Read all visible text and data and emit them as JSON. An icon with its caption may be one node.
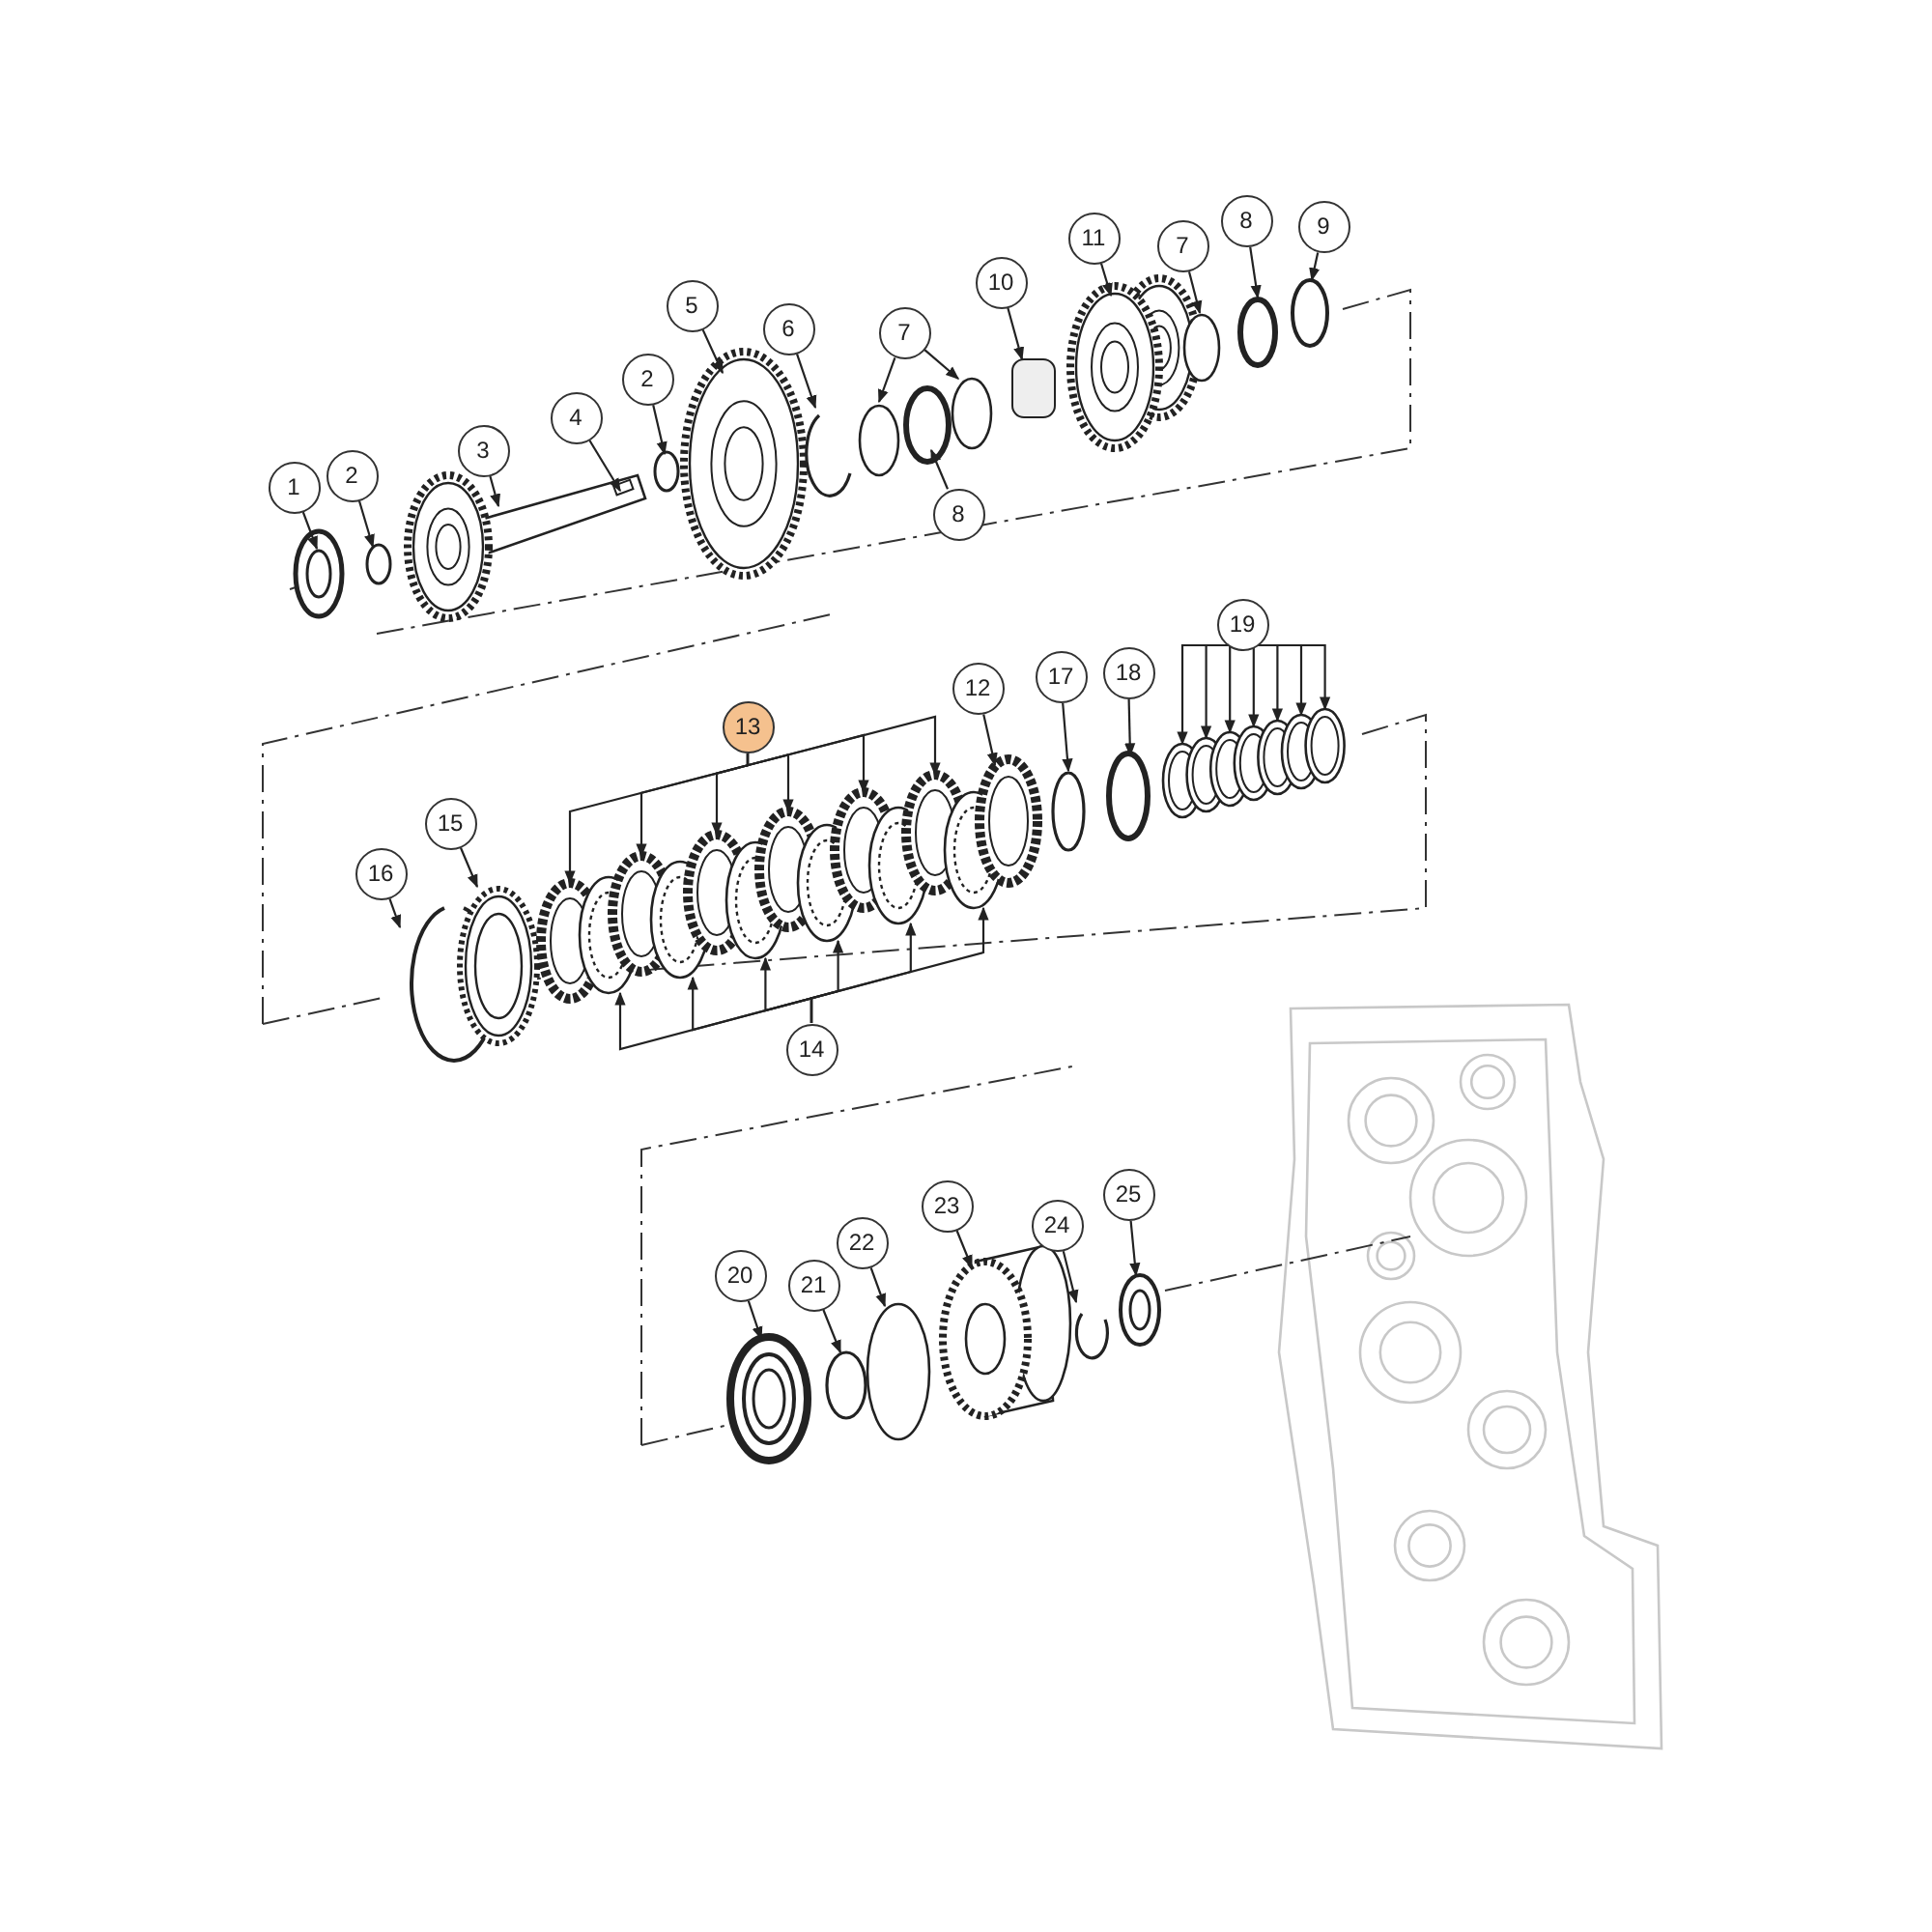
{
  "diagram": {
    "nodes": [
      {
        "text": [
          "1"
        ]
      },
      {
        "text": [
          "2"
        ]
      },
      {
        "text": [
          "3"
        ]
      },
      {
        "text": [
          "4"
        ]
      },
      {
        "text": [
          "2"
        ]
      },
      {
        "text": [
          "5"
        ]
      },
      {
        "text": [
          "6"
        ]
      },
      {
        "text": [
          "7"
        ]
      },
      {
        "text": [
          "8"
        ]
      },
      {
        "text": [
          "10"
        ]
      },
      {
        "text": [
          "11"
        ]
      },
      {
        "text": [
          "7"
        ]
      },
      {
        "text": [
          "8"
        ]
      },
      {
        "text": [
          "9"
        ]
      },
      {
        "text": [
          "19"
        ]
      },
      {
        "text": [
          "12"
        ]
      },
      {
        "text": [
          "13"
        ]
      },
      {
        "text": [
          "17"
        ]
      },
      {
        "text": [
          "18"
        ]
      },
      {
        "text": [
          "16"
        ]
      },
      {
        "text": [
          "15"
        ]
      },
      {
        "text": [
          "14"
        ]
      },
      {
        "text": [
          "22"
        ]
      },
      {
        "text": [
          "23"
        ]
      },
      {
        "text": [
          "24"
        ]
      },
      {
        "text": [
          "25"
        ]
      },
      {
        "text": [
          "20"
        ]
      },
      {
        "text": [
          "21"
        ]
      }
    ],
    "edges": [
      {
        "from": 0,
        "to": null,
        "arrow": "to"
      },
      {
        "from": 1,
        "to": null,
        "arrow": "to"
      },
      {
        "from": 2,
        "to": null,
        "arrow": "to"
      },
      {
        "from": 3,
        "to": null,
        "arrow": "to"
      },
      {
        "from": 4,
        "to": null,
        "arrow": "to"
      },
      {
        "from": 5,
        "to": null,
        "arrow": "to"
      },
      {
        "from": 6,
        "to": null,
        "arrow": "to"
      },
      {
        "from": 7,
        "to": null,
        "arrow": "to"
      },
      {
        "from": 7,
        "to": null,
        "arrow": "to"
      },
      {
        "from": 8,
        "to": null,
        "arrow": "to"
      },
      {
        "from": 9,
        "to": null,
        "arrow": "to"
      },
      {
        "from": 10,
        "to": null,
        "arrow": "to"
      },
      {
        "from": 11,
        "to": null,
        "arrow": "to"
      },
      {
        "from": 12,
        "to": null,
        "arrow": "to"
      },
      {
        "from": 13,
        "to": null,
        "arrow": "to"
      },
      {
        "from": 14,
        "to": null,
        "arrow": "to"
      },
      {
        "from": 14,
        "to": null,
        "arrow": "to"
      },
      {
        "from": 14,
        "to": null,
        "arrow": "to"
      },
      {
        "from": 14,
        "to": null,
        "arrow": "to"
      },
      {
        "from": 14,
        "to": null,
        "arrow": "to"
      },
      {
        "from": 14,
        "to": null,
        "arrow": "to"
      },
      {
        "from": 14,
        "to": null,
        "arrow": "to"
      },
      {
        "from": 15,
        "to": null,
        "arrow": "to"
      },
      {
        "from": 16,
        "to": null,
        "arrow": "to"
      },
      {
        "from": 16,
        "to": null,
        "arrow": "to"
      },
      {
        "from": 16,
        "to": null,
        "arrow": "to"
      },
      {
        "from": 16,
        "to": null,
        "arrow": "to"
      },
      {
        "from": 16,
        "to": null,
        "arrow": "to"
      },
      {
        "from": 16,
        "to": null,
        "arrow": "to"
      },
      {
        "from": 17,
        "to": null,
        "arrow": "to"
      },
      {
        "from": 18,
        "to": null,
        "arrow": "to"
      },
      {
        "from": 19,
        "to": null,
        "arrow": "to"
      },
      {
        "from": 20,
        "to": null,
        "arrow": "to"
      },
      {
        "from": 21,
        "to": null,
        "arrow": "to"
      },
      {
        "from": 21,
        "to": null,
        "arrow": "to"
      },
      {
        "from": 21,
        "to": null,
        "arrow": "to"
      },
      {
        "from": 21,
        "to": null,
        "arrow": "to"
      },
      {
        "from": 21,
        "to": null,
        "arrow": "to"
      },
      {
        "from": 21,
        "to": null,
        "arrow": "to"
      },
      {
        "from": 22,
        "to": null,
        "arrow": "to"
      },
      {
        "from": 23,
        "to": null,
        "arrow": "to"
      },
      {
        "from": 24,
        "to": null,
        "arrow": "to"
      },
      {
        "from": 25,
        "to": null,
        "arrow": "to"
      },
      {
        "from": 26,
        "to": null,
        "arrow": "to"
      },
      {
        "from": 27,
        "to": null,
        "arrow": "to"
      }
    ]
  }
}
